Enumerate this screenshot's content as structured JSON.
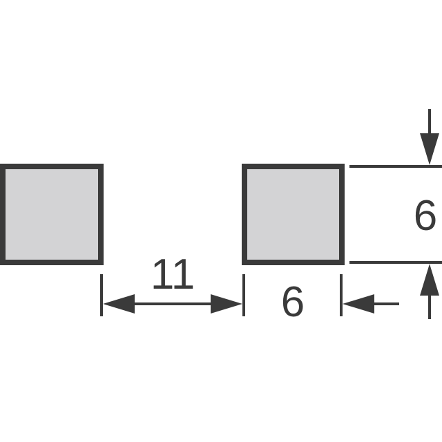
{
  "diagram": {
    "gap_label": "11",
    "pad_width_label": "6",
    "pad_height_label": "6"
  },
  "colors": {
    "pad_fill": "#d3d3d5",
    "outline": "#3a3a3a",
    "background": "#ffffff"
  }
}
